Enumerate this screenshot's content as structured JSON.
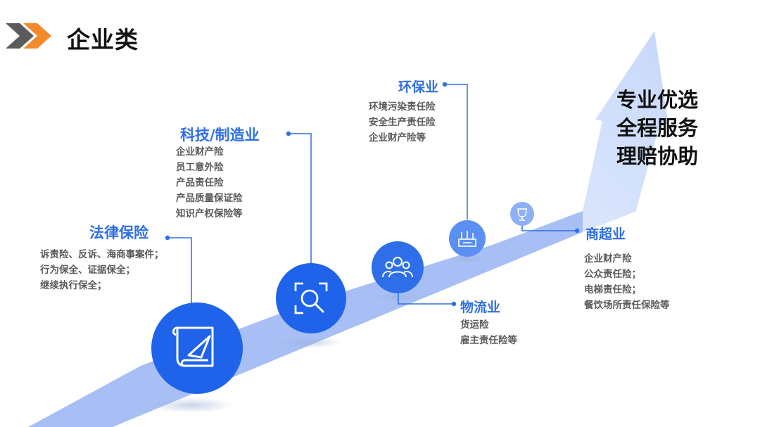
{
  "header": {
    "title": "企业类",
    "icon": "double-chevron-icon"
  },
  "colors": {
    "accent_orange": "#f28a2c",
    "brand_blue": "#2f6fe6",
    "road_blue": "#a7bff5",
    "arrow_blue": "#cdddfb"
  },
  "slogan": [
    "专业优选",
    "全程服务",
    "理赔协助"
  ],
  "sectors": [
    {
      "name": "法律保险",
      "icon": "scroll-quill-icon",
      "items": [
        "诉责险、反诉、海商事案件；",
        "行为保全、证据保全；",
        "继续执行保全；"
      ]
    },
    {
      "name": "科技/制造业",
      "icon": "scan-search-icon",
      "items": [
        "企业财产险",
        "员工意外险",
        "产品责任险",
        "产品质量保证险",
        "知识产权保险等"
      ]
    },
    {
      "name": "物流业",
      "icon": "people-group-icon",
      "items": [
        "货运险",
        "雇主责任险等"
      ]
    },
    {
      "name": "环保业",
      "icon": "factory-icon",
      "items": [
        "环境污染责任险",
        "安全生产责任险",
        "企业财产险等"
      ]
    },
    {
      "name": "商超业",
      "icon": "trophy-icon",
      "items": [
        "企业财产险",
        "公众责任险；",
        "电梯责任险；",
        "餐饮场所责任保险等"
      ]
    }
  ]
}
